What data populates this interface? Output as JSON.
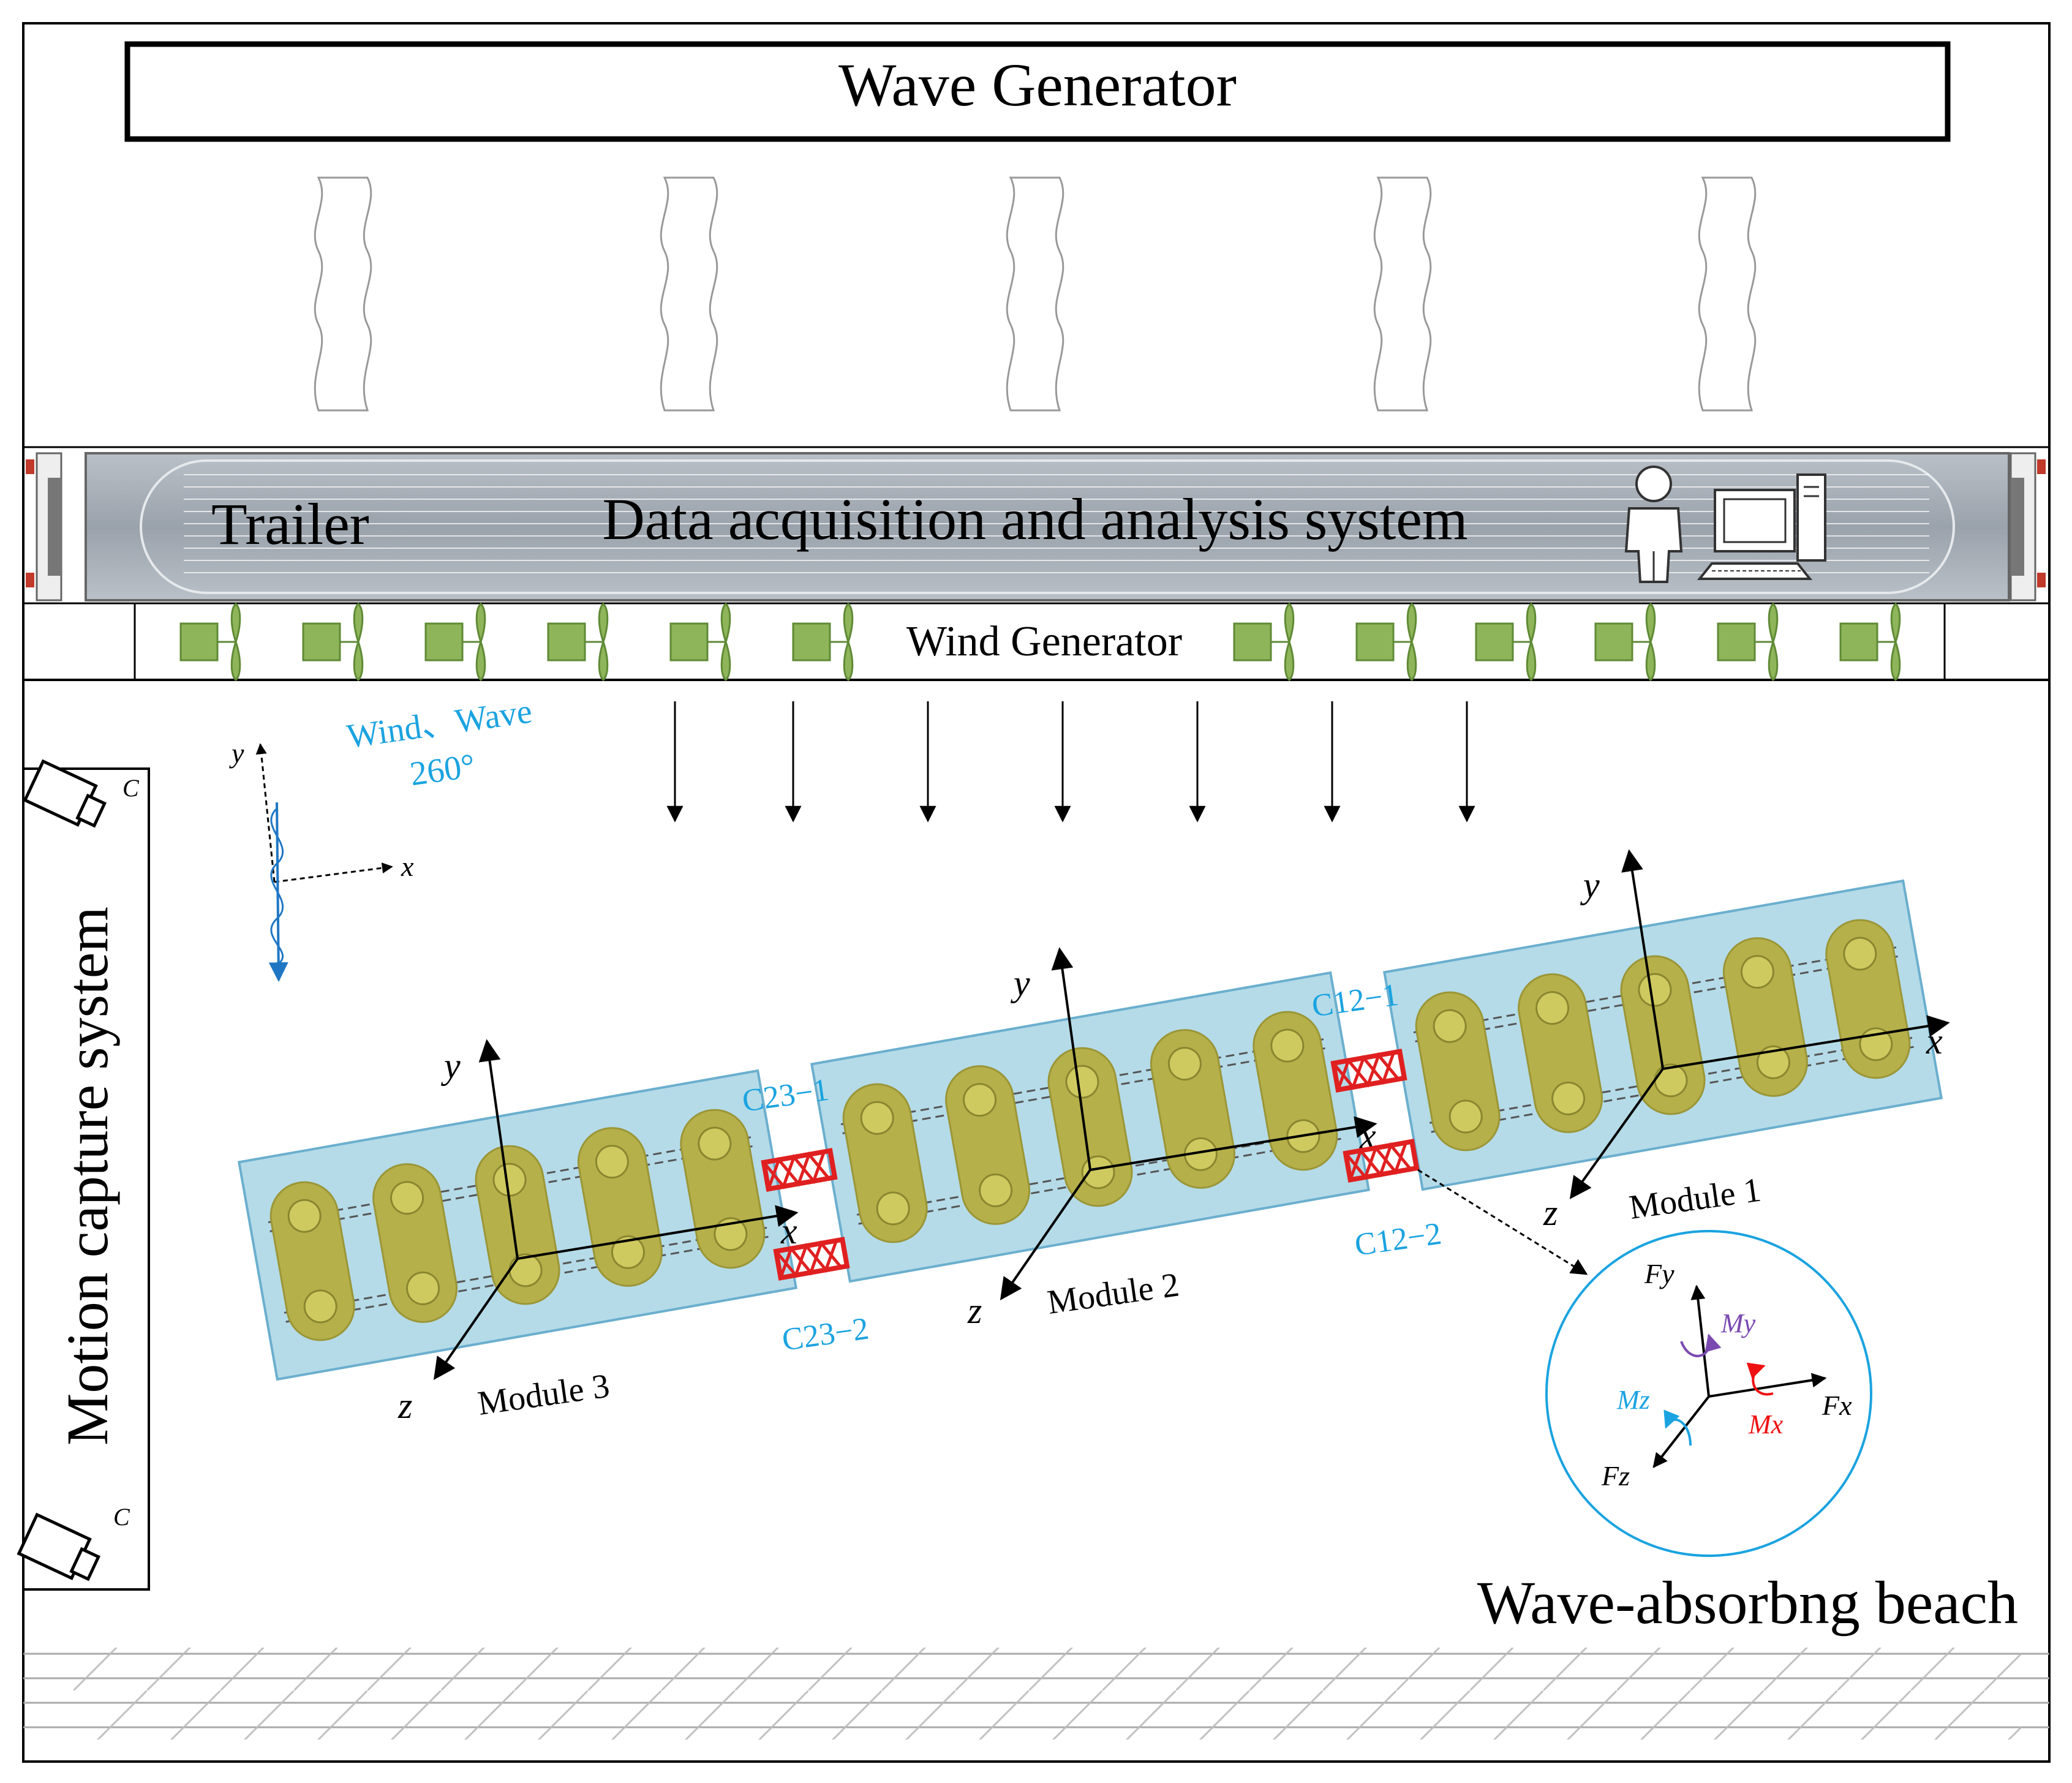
{
  "wave_generator": {
    "label": "Wave Generator"
  },
  "trailer": {
    "label": "Trailer",
    "system_label": "Data acquisition and analysis system"
  },
  "wind_generator": {
    "label": "Wind Generator"
  },
  "motion_capture": {
    "label": "Motion capture system",
    "camera_mark": "C"
  },
  "beach": {
    "label": "Wave-absorbng beach"
  },
  "direction": {
    "label_line1": "Wind、Wave",
    "label_line2": "260°",
    "axis_x": "x",
    "axis_y": "y"
  },
  "modules": [
    {
      "name": "Module 1",
      "axis_x": "x",
      "axis_y": "y",
      "axis_z": "z"
    },
    {
      "name": "Module 2",
      "axis_x": "x",
      "axis_y": "y",
      "axis_z": "z"
    },
    {
      "name": "Module 3",
      "axis_x": "x",
      "axis_y": "y",
      "axis_z": "z"
    }
  ],
  "connectors": {
    "c12_1": "C12−1",
    "c12_2": "C12−2",
    "c23_1": "C23−1",
    "c23_2": "C23−2"
  },
  "force_detail": {
    "fx": "Fx",
    "fy": "Fy",
    "fz": "Fz",
    "mx": "Mx",
    "my": "My",
    "mz": "Mz"
  },
  "colors": {
    "label_blue": "#1aa3e0",
    "module_fill": "#add8e6",
    "float_fill": "#b5b04a",
    "connector_red": "#e02020",
    "wind_box_green": "#8fb55a",
    "trailer_gray": "#a9b0b8",
    "my_purple": "#7a4ab0",
    "mx_red": "#ee1111",
    "mz_cyan": "#1aa3e0"
  }
}
